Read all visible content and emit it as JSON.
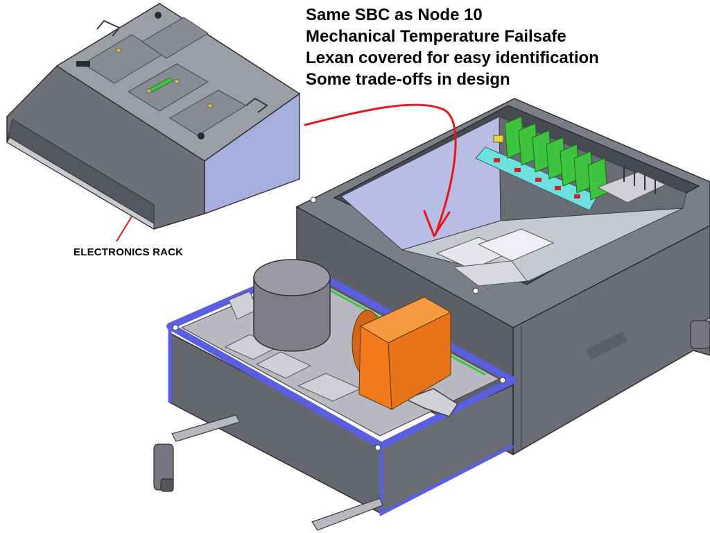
{
  "annotations": {
    "lines": [
      "Same SBC as Node 10",
      "Mechanical Temperature Failsafe",
      "Lexan covered for easy identification",
      "Some trade-offs in design"
    ]
  },
  "labels": {
    "electronics_rack": "ELECTRONICS RACK"
  },
  "colors": {
    "arrow": "#e8141c",
    "chassis": "#74767f",
    "chassis_dark": "#55575e",
    "drawer_frame": "#5a5ee0",
    "rack_side": "#a6aede",
    "pcb_green": "#3ec43e",
    "bracket_cyan": "#6fe0e0",
    "box_orange": "#f07a1c",
    "cylinder_grey": "#7d7e86"
  }
}
